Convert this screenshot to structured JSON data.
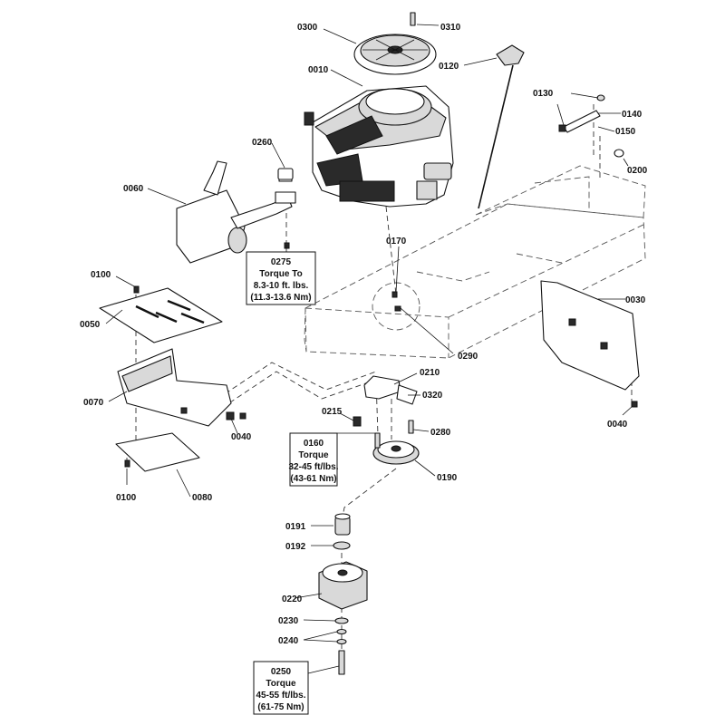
{
  "diagram": {
    "callouts": {
      "p0300": "0300",
      "p0310": "0310",
      "p0010": "0010",
      "p0120": "0120",
      "p0130": "0130",
      "p0140": "0140",
      "p0150": "0150",
      "p0200": "0200",
      "p0260": "0260",
      "p0060": "0060",
      "p0170": "0170",
      "p0100a": "0100",
      "p0050": "0050",
      "p0030": "0030",
      "p0290": "0290",
      "p0210": "0210",
      "p0320": "0320",
      "p0070": "0070",
      "p0040a": "0040",
      "p0040b": "0040",
      "p0215": "0215",
      "p0280": "0280",
      "p0190": "0190",
      "p0100b": "0100",
      "p0080": "0080",
      "p0191": "0191",
      "p0192": "0192",
      "p0220": "0220",
      "p0230": "0230",
      "p0240": "0240"
    },
    "torque_boxes": {
      "b0275": [
        "0275",
        "Torque To",
        "8.3-10 ft. lbs.",
        "(11.3-13.6 Nm)"
      ],
      "b0160": [
        "0160",
        "Torque",
        "32-45 ft/lbs.",
        "(43-61 Nm)"
      ],
      "b0250": [
        "0250",
        "Torque",
        "45-55 ft/lbs.",
        "(61-75 Nm)"
      ]
    }
  }
}
